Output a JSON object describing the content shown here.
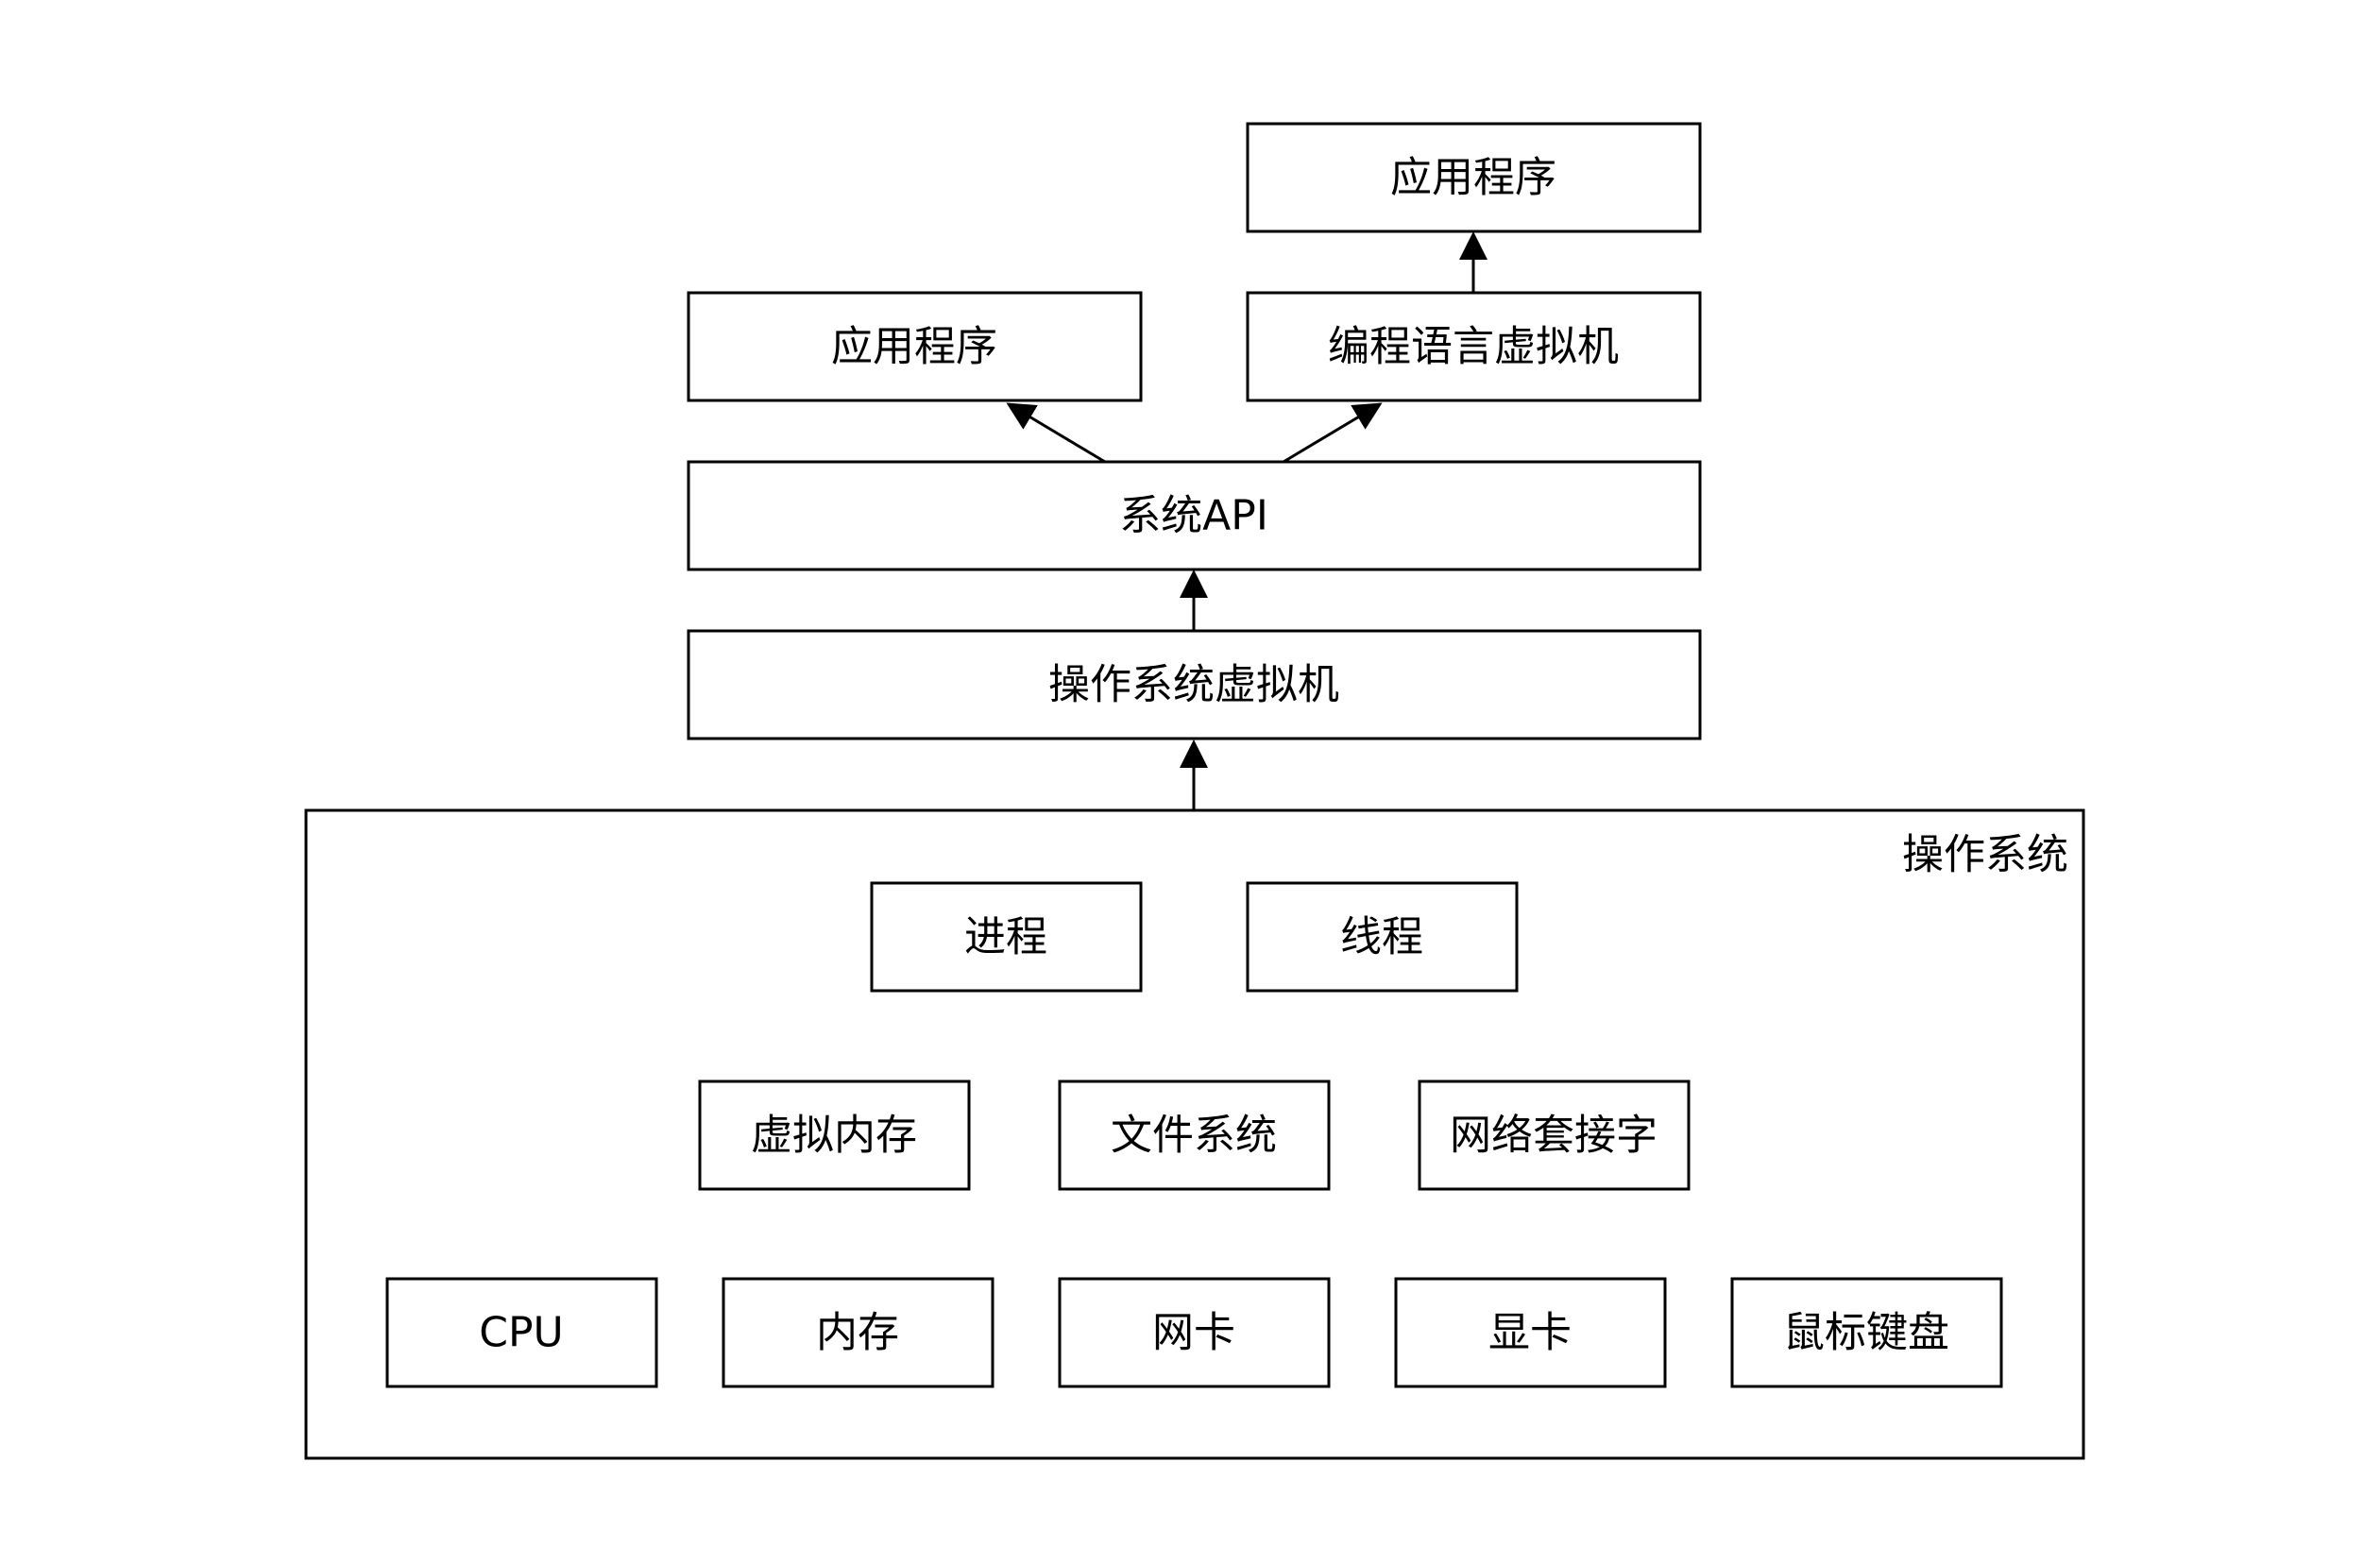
{
  "diagram": {
    "container": {
      "label": "操作系统"
    },
    "nodes": {
      "app_top": "应用程序",
      "app_left": "应用程序",
      "lang_vm": "编程语言虚拟机",
      "sys_api": "系统API",
      "os_vm": "操作系统虚拟机",
      "process": "进程",
      "thread": "线程",
      "virtual_memory": "虚拟内存",
      "file_system": "文件系统",
      "network_socket": "网络套接字",
      "cpu": "CPU",
      "memory": "内存",
      "nic": "网卡",
      "gpu": "显卡",
      "mouse_keyboard": "鼠标键盘"
    },
    "edges": [
      {
        "from": "lang_vm",
        "to": "app_top"
      },
      {
        "from": "sys_api",
        "to": "app_left"
      },
      {
        "from": "sys_api",
        "to": "lang_vm"
      },
      {
        "from": "os_vm",
        "to": "sys_api"
      },
      {
        "from": "os_container",
        "to": "os_vm"
      }
    ]
  }
}
